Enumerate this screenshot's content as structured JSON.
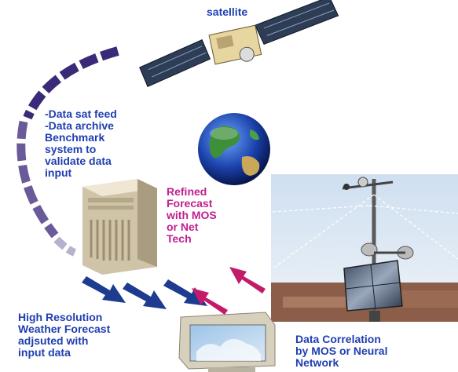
{
  "colors": {
    "label_blue": "#1f3fb0",
    "label_magenta": "#c0208e",
    "arc_dark": "#2a1a5e",
    "arrow_blue": "#1d3b8f",
    "arrow_pink": "#c41a6a",
    "server": "#d8ccb4",
    "sky": "#dfe9f4"
  },
  "nodes": {
    "satellite": {
      "label": "satellite",
      "icon": "satellite-icon"
    },
    "globe": {
      "icon": "earth-globe-icon"
    },
    "archive": {
      "label": "-Data sat feed\n-Data archive\nBenchmark\nsystem to\nvalidate data\ninput"
    },
    "server": {
      "icon": "server-tower-icon",
      "label": "Refined\nForecast\nwith MOS\nor Net\nTech"
    },
    "weather_station": {
      "icon": "weather-station-photo"
    },
    "forecast": {
      "label": "High Resolution\nWeather Forecast\nadjsuted with\ninput data"
    },
    "monitor": {
      "icon": "computer-monitor-icon"
    },
    "correlation": {
      "label": "Data Correlation\n by MOS or Neural\nNetwork"
    }
  }
}
